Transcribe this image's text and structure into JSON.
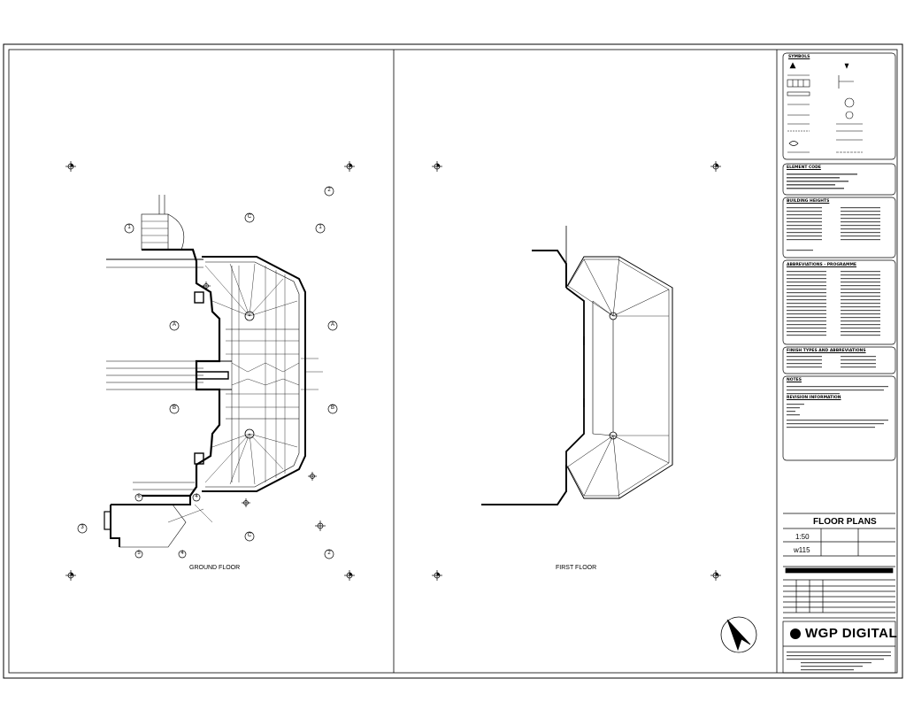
{
  "plans": {
    "ground_label": "GROUND FLOOR",
    "first_label": "FIRST FLOOR"
  },
  "grid": {
    "one": "1",
    "two": "2",
    "three": "3",
    "four": "4",
    "five": "5",
    "six": "6",
    "A": "A",
    "B": "B",
    "C": "C"
  },
  "legend": {
    "symbols_title": "SYMBOLS",
    "element_title": "ELEMENT CODE",
    "building_title": "BUILDING HEIGHTS",
    "abbrev_title": "ABBREVIATIONS - PROGRAMME",
    "finish_title": "FINISH TYPES AND ABBREVIATIONS",
    "notes_title": "NOTES",
    "revision_title": "REVISION INFORMATION"
  },
  "titleblock": {
    "drawing_title": "FLOOR PLANS",
    "scale_value": "1:50",
    "sheet_value": "w115",
    "brand": "WGP DIGITAL"
  },
  "colors": {
    "line": "#000000",
    "fine": "#444444"
  }
}
